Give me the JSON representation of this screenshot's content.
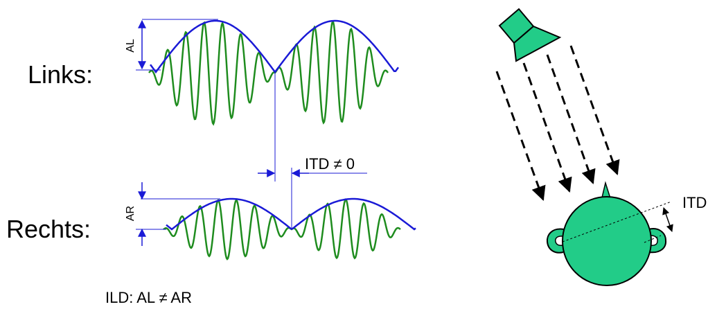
{
  "left_panel": {
    "label_links": "Links:",
    "label_rechts": "Rechts:",
    "label_al": "AL",
    "label_ar": "AR",
    "label_itd_neq": "ITD ≠ 0",
    "label_ild": "ILD: AL ≠ AR"
  },
  "right_panel": {
    "label_itd": "ITD"
  },
  "colors": {
    "envelope": "#1a1ad6",
    "carrier": "#1e8c1e",
    "marker": "#1a1ad6",
    "head_fill": "#22cc88",
    "speaker_fill": "#22cc88",
    "outline": "#000000"
  },
  "icons": [
    "speaker-icon",
    "head-icon",
    "arrow-icon"
  ]
}
